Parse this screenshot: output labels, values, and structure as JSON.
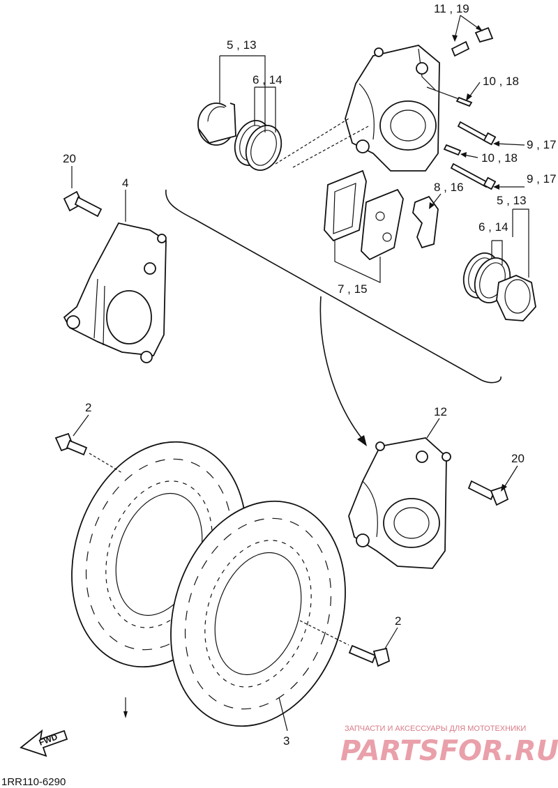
{
  "callouts": {
    "c_11_19": "11 , 19",
    "c_5_13_top": "5 , 13",
    "c_6_14_top": "6 , 14",
    "c_10_18_a": "10 , 18",
    "c_9_17_a": "9 , 17",
    "c_10_18_b": "10 , 18",
    "c_9_17_b": "9 , 17",
    "c_20_left": "20",
    "c_4": "4",
    "c_8_16": "8 , 16",
    "c_5_13_right": "5 , 13",
    "c_6_14_right": "6 , 14",
    "c_7_15": "7 , 15",
    "c_2_top": "2",
    "c_12": "12",
    "c_20_right": "20",
    "c_2_bottom": "2",
    "c_3": "3"
  },
  "footer": {
    "diagram_code": "1RR110-6290",
    "fwd_label": "FWD"
  },
  "watermark": {
    "tagline": "ЗАПЧАСТИ И АКСЕССУАРЫ ДЛЯ МОТОТЕХНИКИ",
    "brand": "PARTSFOR.RU"
  }
}
